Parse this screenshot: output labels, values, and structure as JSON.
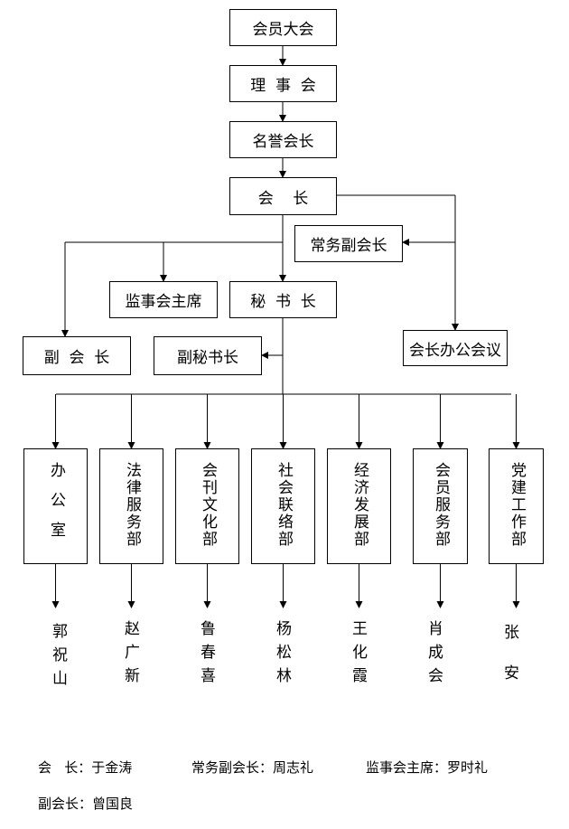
{
  "top_chain": {
    "general_assembly": "会员大会",
    "council": "理  事  会",
    "honorary_president": "名誉会长",
    "president": "会    长"
  },
  "executive_vp": "常务副会长",
  "supervisory_chair": "监事会主席",
  "secretary_general": "秘  书  长",
  "vice_president": "副  会  长",
  "deputy_secretary_general": "副秘书长",
  "president_office_meeting": "会长办公会议",
  "departments": [
    {
      "name": "办公室",
      "head": "郭祝山"
    },
    {
      "name": "法律服务部",
      "head": "赵广新"
    },
    {
      "name": "会刊文化部",
      "head": "鲁春喜"
    },
    {
      "name": "社会联络部",
      "head": "杨松林"
    },
    {
      "name": "经济发展部",
      "head": "王化霞"
    },
    {
      "name": "会员服务部",
      "head": "肖成会"
    },
    {
      "name": "党建工作部",
      "head": "张安"
    }
  ],
  "footer": {
    "president": "会   长：于金涛",
    "executive_vp": "常务副会长：周志礼",
    "supervisory_chair": "监事会主席：罗时礼",
    "vice_president": "副会长：曾国良"
  }
}
